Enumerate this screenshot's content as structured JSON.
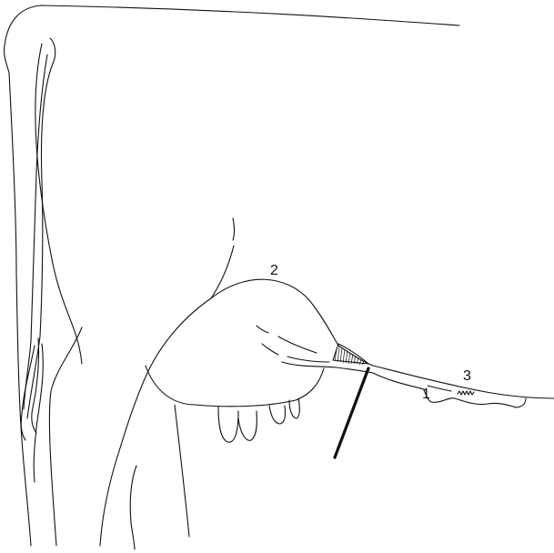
{
  "labels": {
    "one": "1",
    "two": "2",
    "three": "3"
  },
  "colors": {
    "stroke": "#111111",
    "background": "#ffffff"
  }
}
